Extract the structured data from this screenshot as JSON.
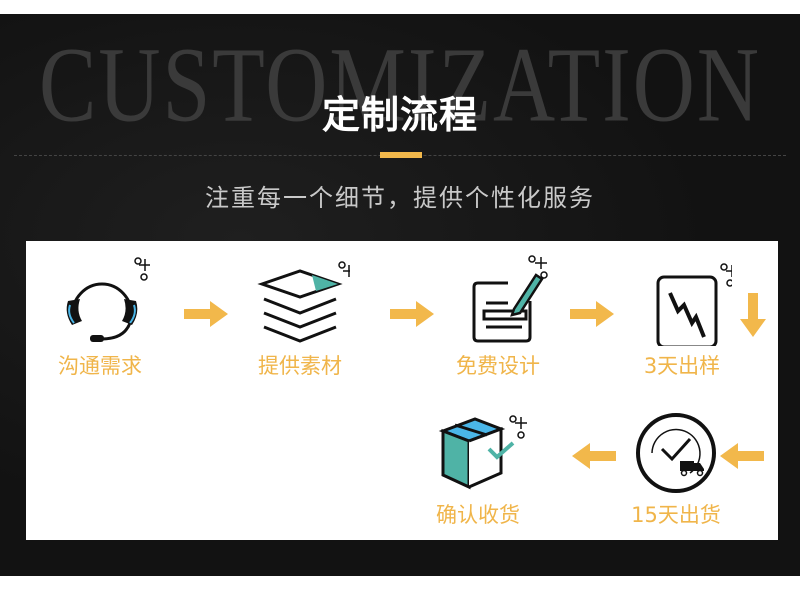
{
  "header": {
    "watermark": "CUSTOMIZATION",
    "title": "定制流程",
    "subtitle": "注重每一个细节，提供个性化服务",
    "accent_color": "#f2b84b"
  },
  "steps": [
    {
      "label": "沟通需求",
      "icon": "headset-icon"
    },
    {
      "label": "提供素材",
      "icon": "layers-icon"
    },
    {
      "label": "免费设计",
      "icon": "document-pen-icon"
    },
    {
      "label": "3天出样",
      "icon": "sample-card-icon"
    },
    {
      "label": "15天出货",
      "icon": "clock-truck-icon"
    },
    {
      "label": "确认收货",
      "icon": "box-check-icon"
    }
  ],
  "colors": {
    "label": "#f0b54a",
    "arrow": "#f2b84b",
    "teal": "#4fb3a6",
    "blue": "#4ab6e8",
    "dark_bg": "#141414"
  }
}
